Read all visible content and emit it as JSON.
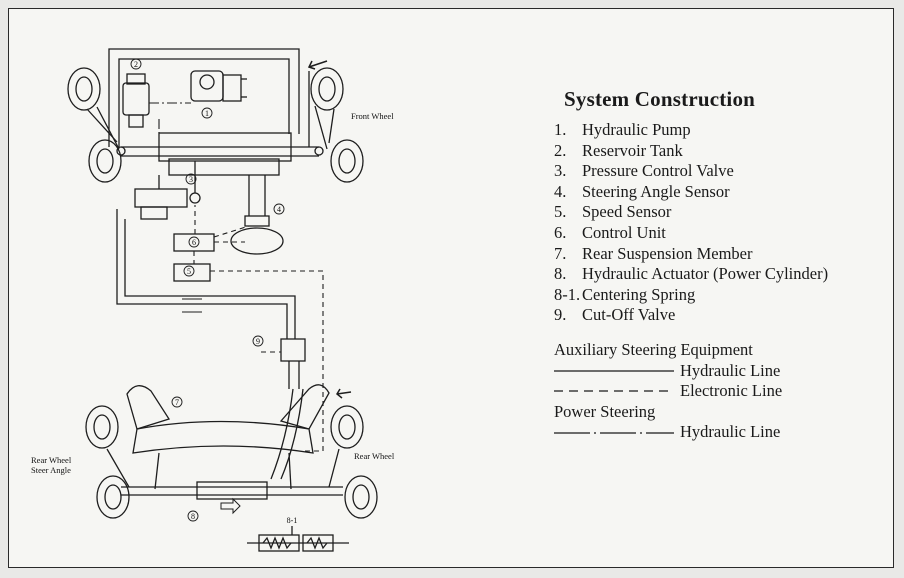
{
  "title": "System Construction",
  "components": [
    {
      "num": "1.",
      "label": "Hydraulic Pump"
    },
    {
      "num": "2.",
      "label": "Reservoir Tank"
    },
    {
      "num": "3.",
      "label": "Pressure Control Valve"
    },
    {
      "num": "4.",
      "label": "Steering Angle Sensor"
    },
    {
      "num": "5.",
      "label": "Speed Sensor"
    },
    {
      "num": "6.",
      "label": "Control Unit"
    },
    {
      "num": "7.",
      "label": "Rear Suspension Member"
    },
    {
      "num": "8.",
      "label": "Hydraulic Actuator (Power Cylinder)"
    },
    {
      "num": "8-1.",
      "label": "Centering Spring"
    },
    {
      "num": "9.",
      "label": "Cut-Off Valve"
    }
  ],
  "legend": {
    "aux_heading": "Auxiliary Steering Equipment",
    "hydraulic_line": "Hydraulic Line",
    "electronic_line": "Electronic Line",
    "ps_heading": "Power Steering",
    "ps_hydraulic_line": "Hydraulic Line"
  },
  "diagram_labels": {
    "front_wheel": "Front Wheel",
    "rear_wheel": "Rear Wheel",
    "rear_wheel_steer_angle_1": "Rear Wheel",
    "rear_wheel_steer_angle_2": "Steer Angle",
    "callouts": [
      "1",
      "2",
      "3",
      "4",
      "5",
      "6",
      "7",
      "8",
      "8-1",
      "9"
    ]
  }
}
